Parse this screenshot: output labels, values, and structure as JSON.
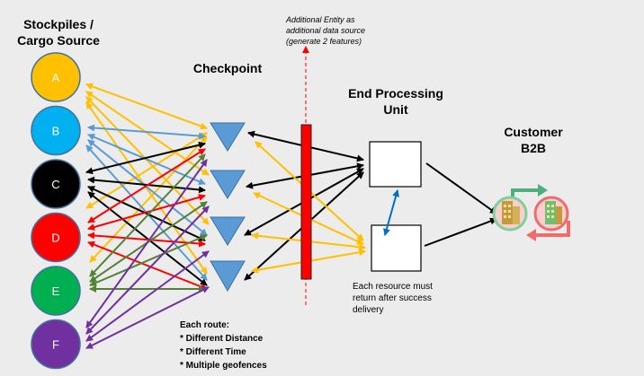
{
  "titles": {
    "stockpiles_line1": "Stockpiles /",
    "stockpiles_line2": "Cargo Source",
    "checkpoint": "Checkpoint",
    "end_processing_line1": "End Processing",
    "end_processing_line2": "Unit",
    "customer_line1": "Customer",
    "customer_line2": "B2B"
  },
  "additional_entity": {
    "line1": "Additional Entity as",
    "line2": "additional data source",
    "line3": "(generate 2 features)"
  },
  "sources": [
    {
      "label": "A",
      "color": "#ffc000"
    },
    {
      "label": "B",
      "color": "#00b0f0"
    },
    {
      "label": "C",
      "color": "#000000"
    },
    {
      "label": "D",
      "color": "#ff0000"
    },
    {
      "label": "E",
      "color": "#00b050"
    },
    {
      "label": "F",
      "color": "#7030a0"
    }
  ],
  "processing_note": {
    "line1": "Each resource must",
    "line2": "return after success",
    "line3": "delivery"
  },
  "route_notes": {
    "heading": "Each route:",
    "item1": "* Different Distance",
    "item2": "* Different Time",
    "item3": "* Multiple geofences"
  },
  "colors": {
    "yellow": "#ffc000",
    "blue": "#5b9bd5",
    "black": "#000000",
    "red": "#ff0000",
    "green": "#548235",
    "purple": "#7030a0",
    "barrier": "#ff0000",
    "checkpoint": "#5b9bd5",
    "link_blue": "#0070c0"
  }
}
